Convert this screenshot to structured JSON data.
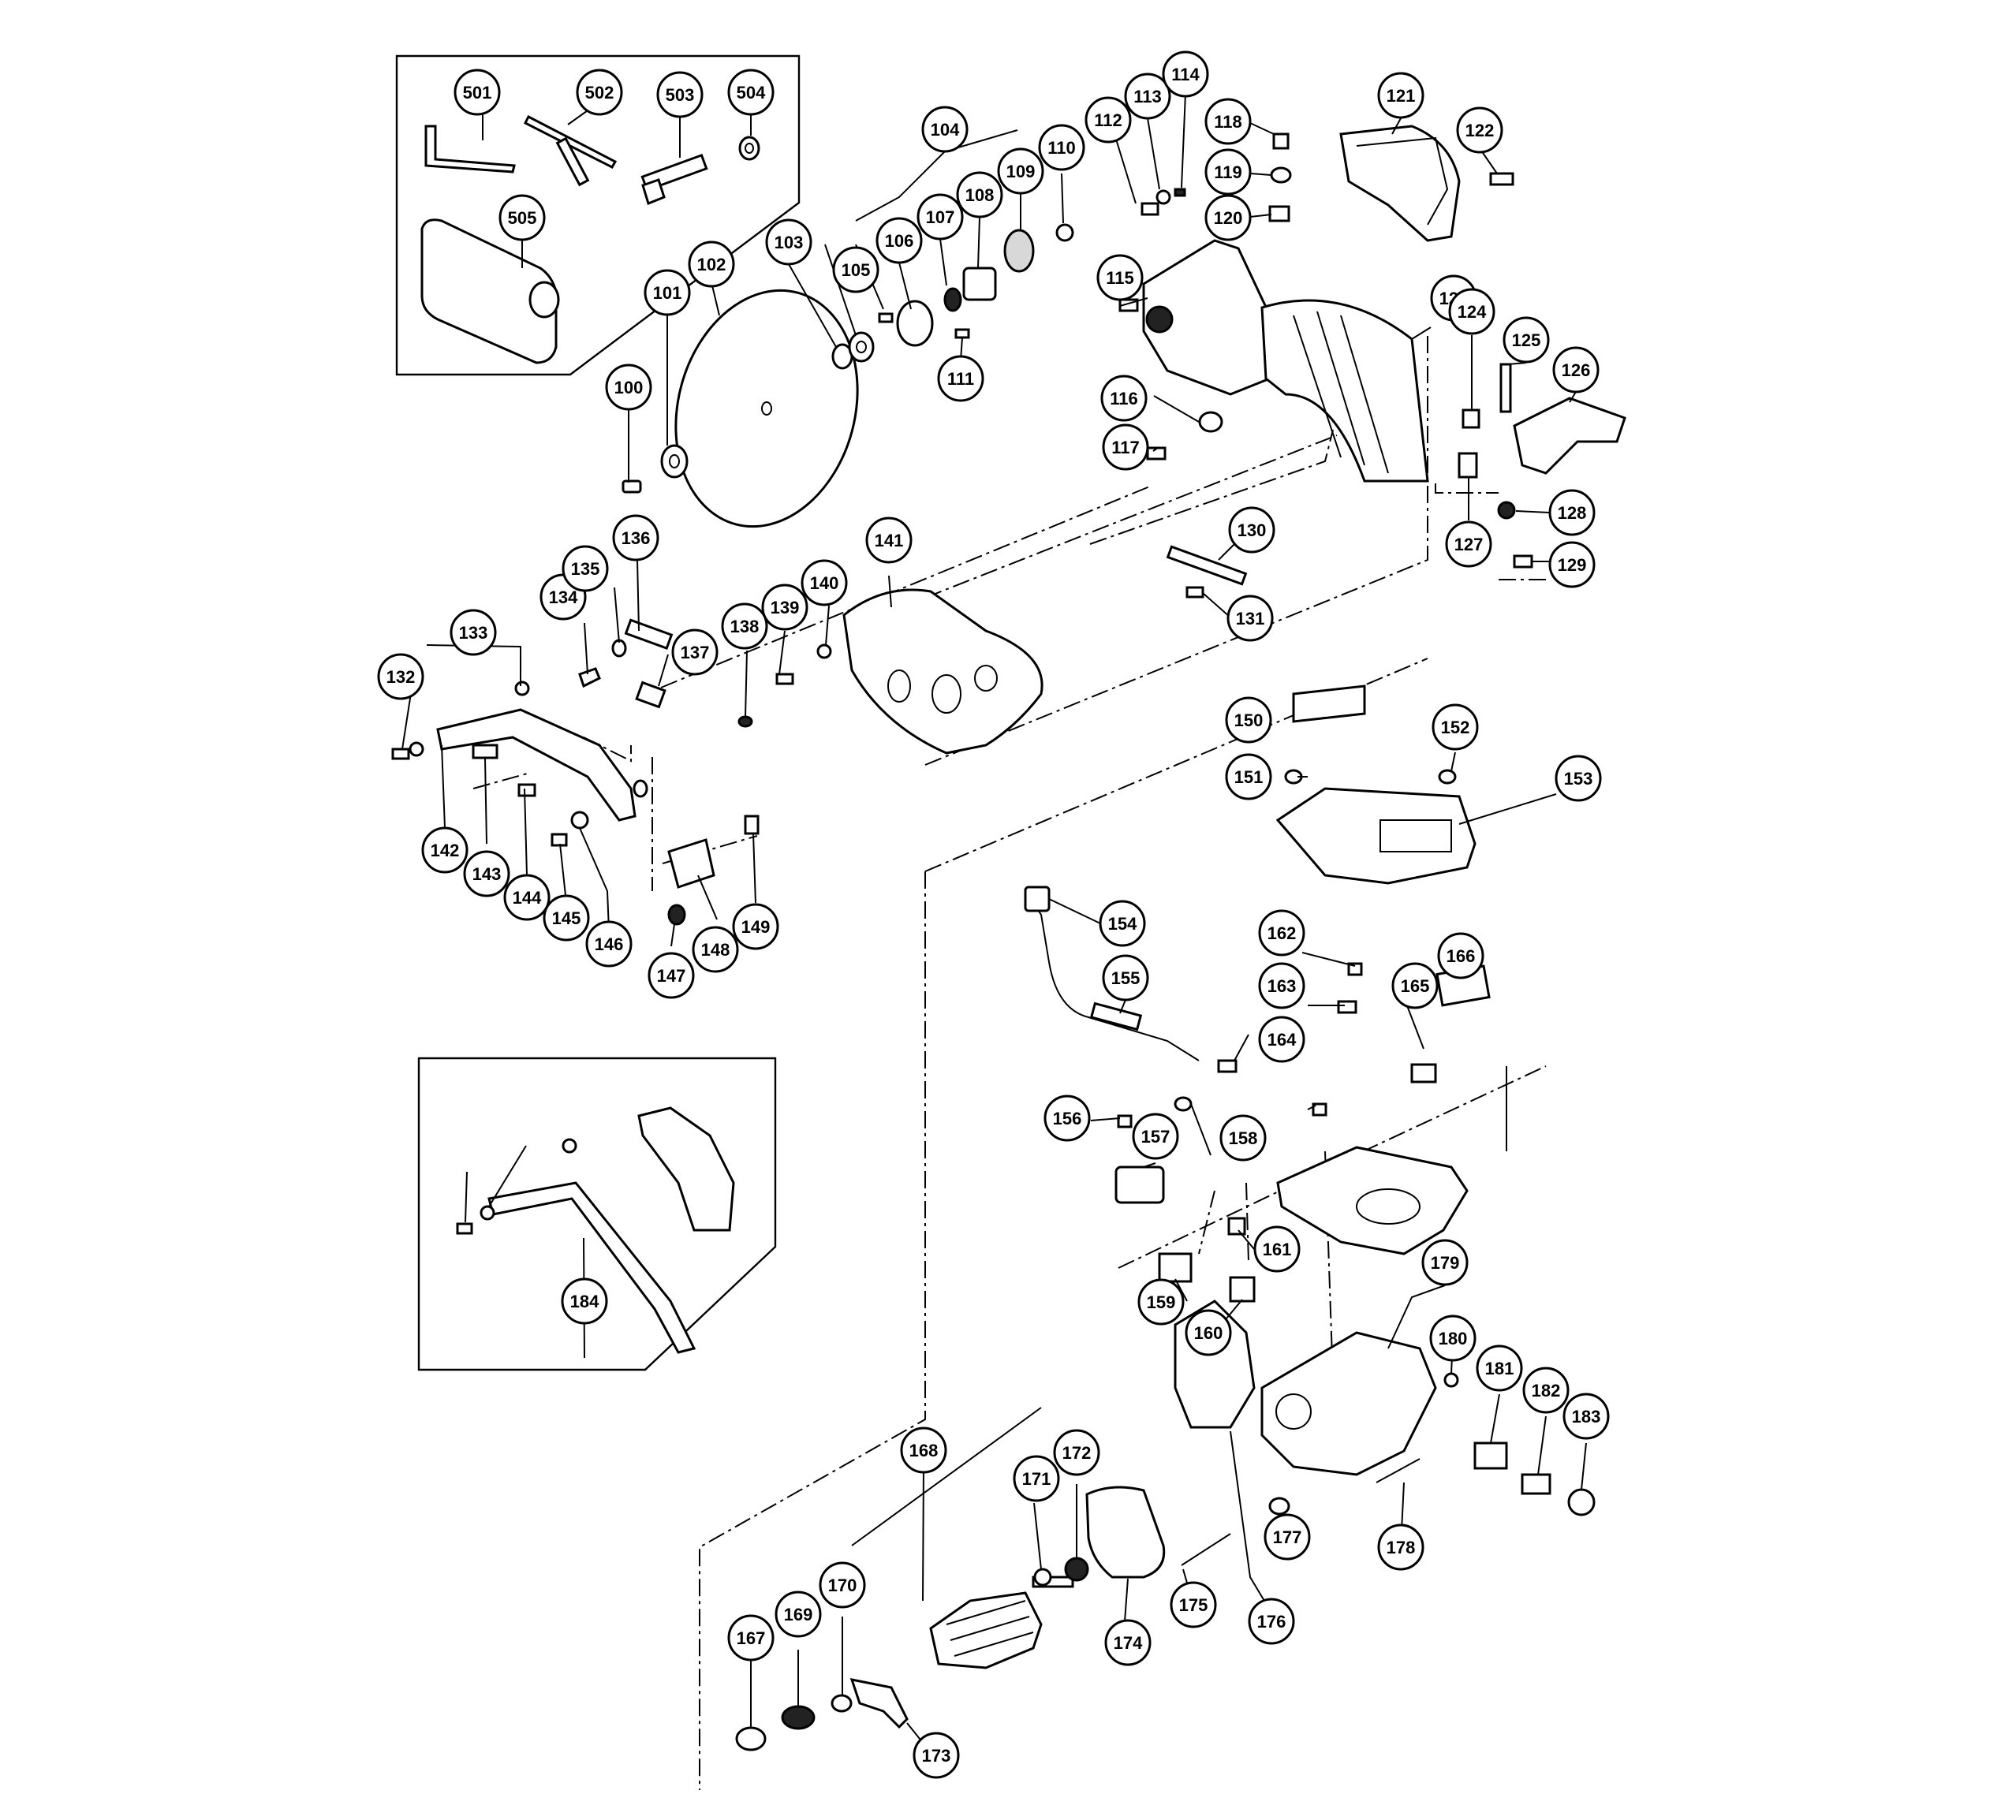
{
  "labels": [
    "100",
    "101",
    "102",
    "103",
    "104",
    "105",
    "106",
    "107",
    "108",
    "109",
    "110",
    "111",
    "112",
    "113",
    "114",
    "115",
    "116",
    "117",
    "118",
    "119",
    "120",
    "121",
    "122",
    "123",
    "124",
    "125",
    "126",
    "127",
    "128",
    "129",
    "130",
    "131",
    "132",
    "133",
    "134",
    "135",
    "136",
    "137",
    "138",
    "139",
    "140",
    "141",
    "142",
    "143",
    "144",
    "145",
    "146",
    "147",
    "148",
    "149",
    "150",
    "151",
    "152",
    "153",
    "154",
    "155",
    "156",
    "157",
    "158",
    "159",
    "160",
    "161",
    "162",
    "163",
    "164",
    "165",
    "166",
    "167",
    "168",
    "169",
    "170",
    "171",
    "172",
    "173",
    "174",
    "175",
    "176",
    "177",
    "178",
    "179",
    "180",
    "181",
    "182",
    "183",
    "184",
    "501",
    "502",
    "503",
    "504",
    "505"
  ]
}
